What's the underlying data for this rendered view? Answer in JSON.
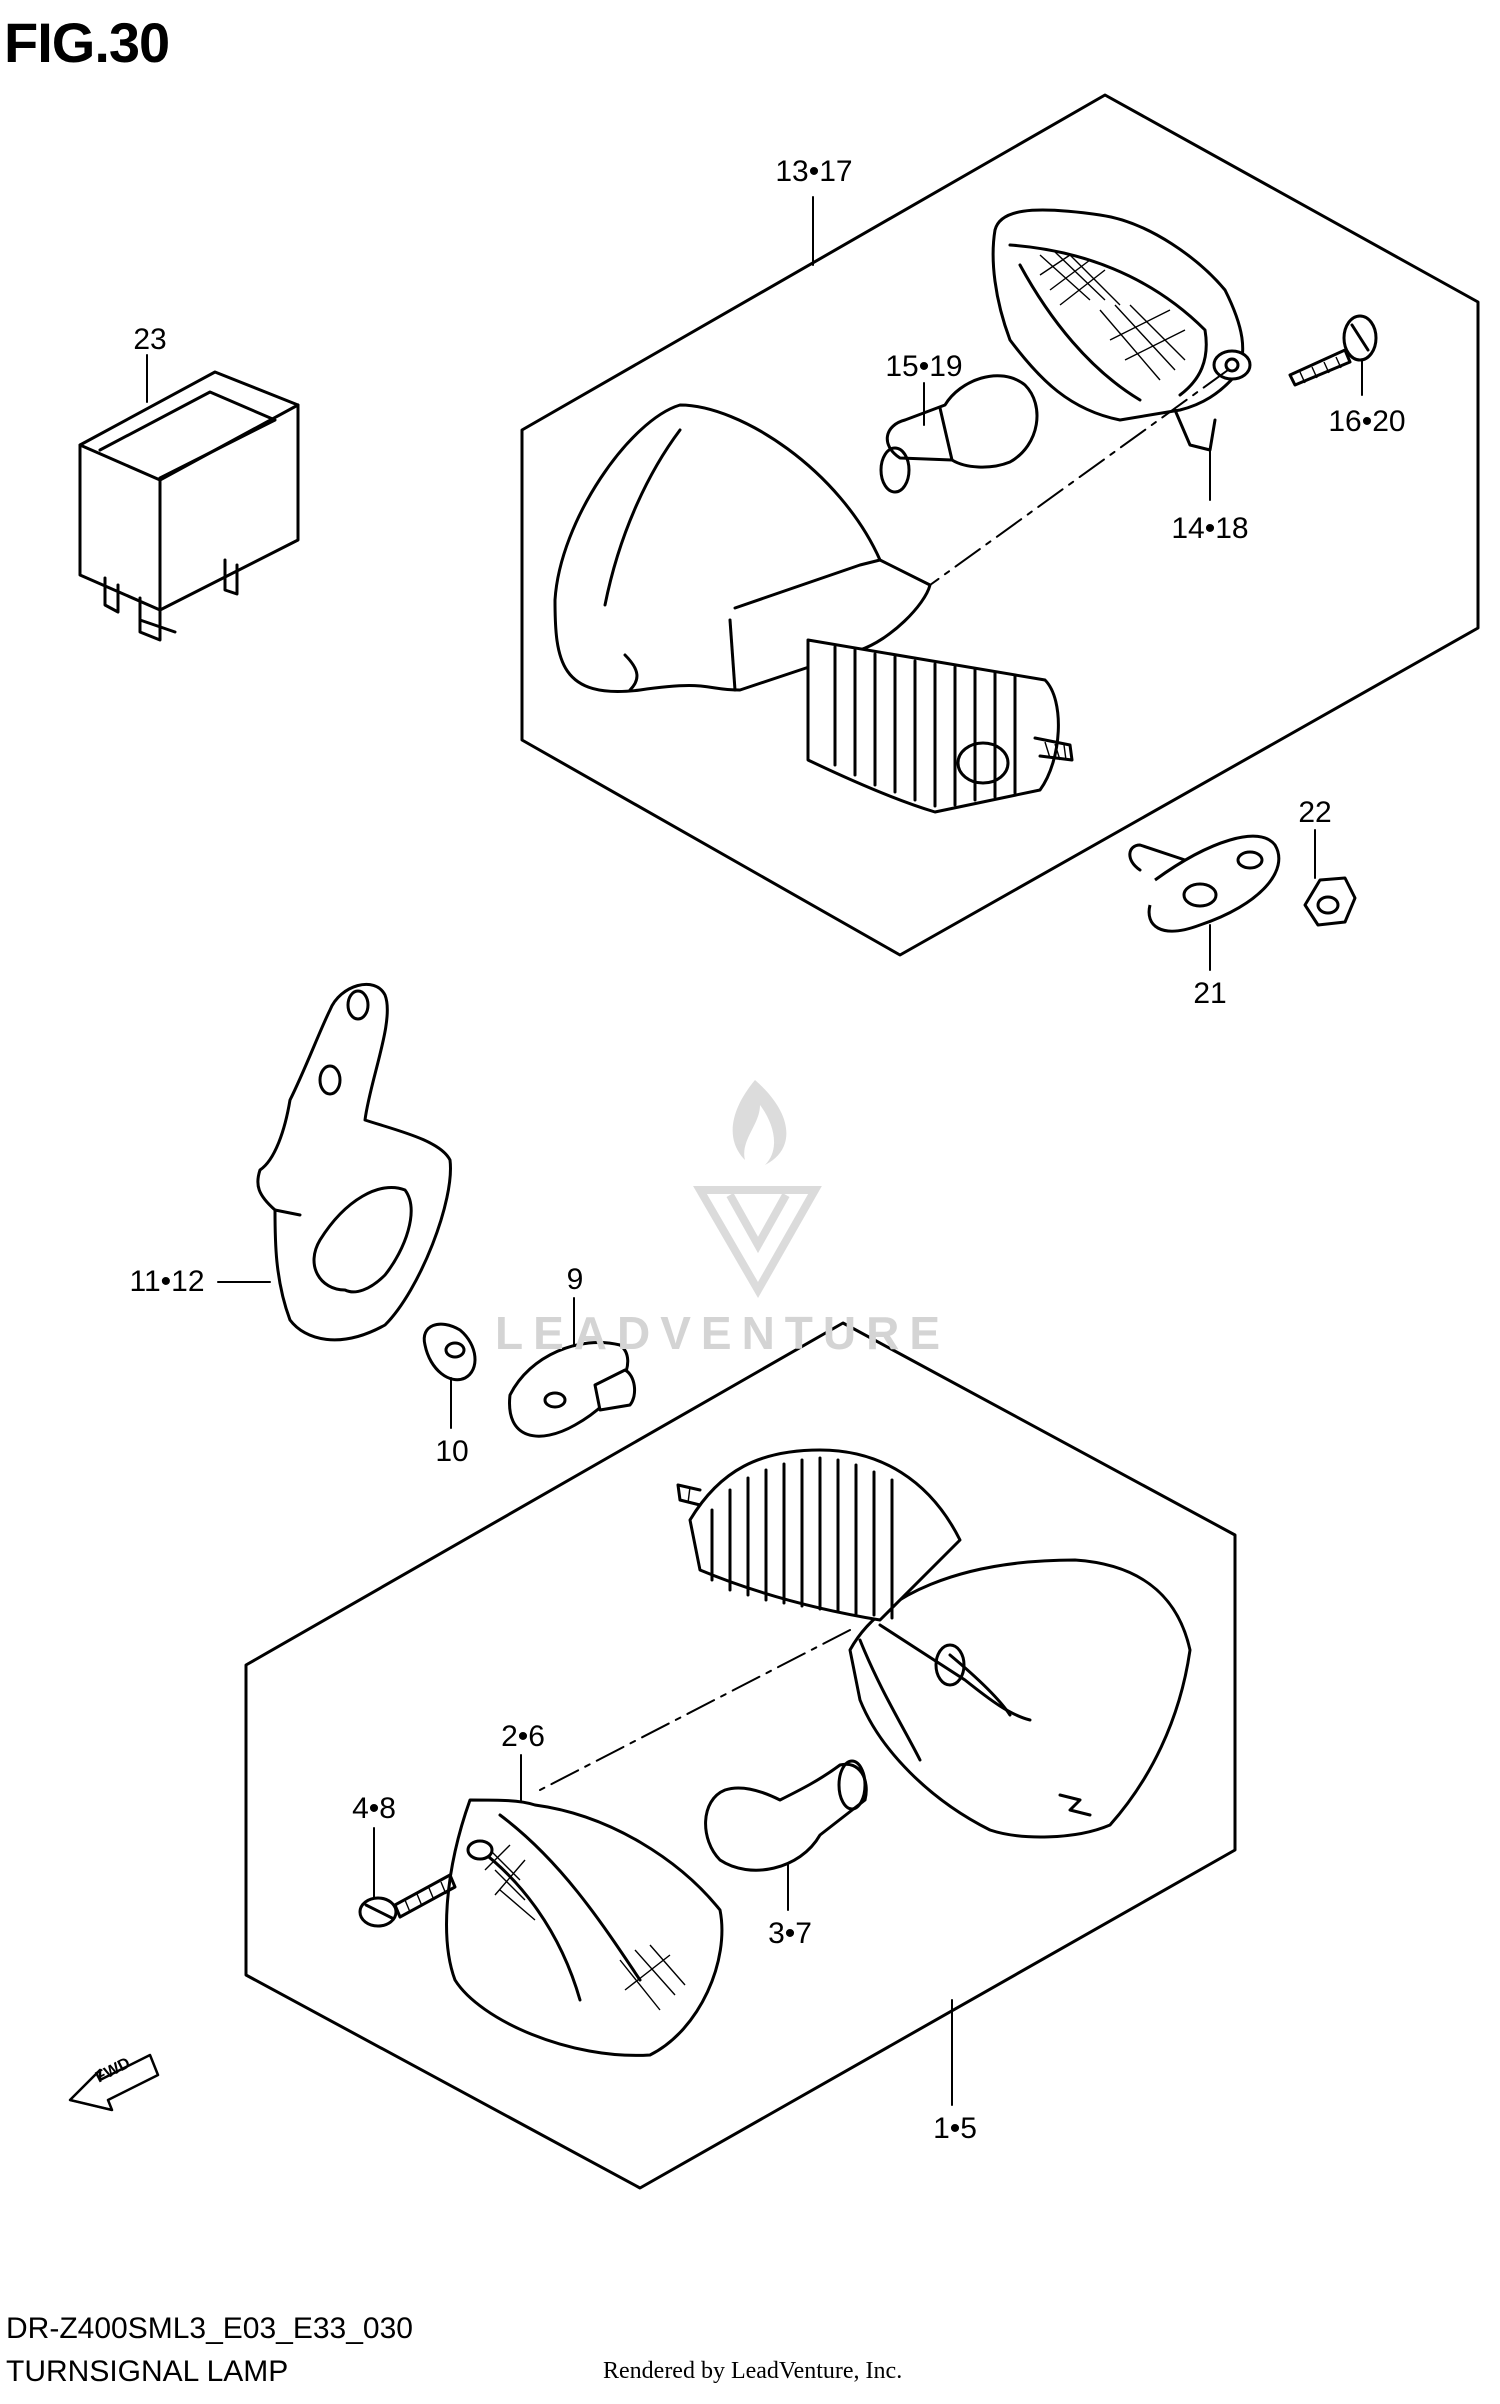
{
  "figure_title": "FIG.30",
  "footer": {
    "model_code": "DR-Z400SML3_E03_E33_030",
    "section_name": "TURNSIGNAL LAMP",
    "credit": "Rendered by LeadVenture, Inc."
  },
  "watermark": "LEADVENTURE",
  "callouts": {
    "c13_17": "13•17",
    "c23": "23",
    "c15_19": "15•19",
    "c16_20": "16•20",
    "c14_18": "14•18",
    "c22": "22",
    "c21": "21",
    "c11_12": "11•12",
    "c9": "9",
    "c10": "10",
    "c2_6": "2•6",
    "c4_8": "4•8",
    "c3_7": "3•7",
    "c1_5": "1•5"
  },
  "direction_badge": "FWD",
  "colors": {
    "line": "#000000",
    "watermark": "#d4d4d4",
    "background": "#ffffff"
  }
}
